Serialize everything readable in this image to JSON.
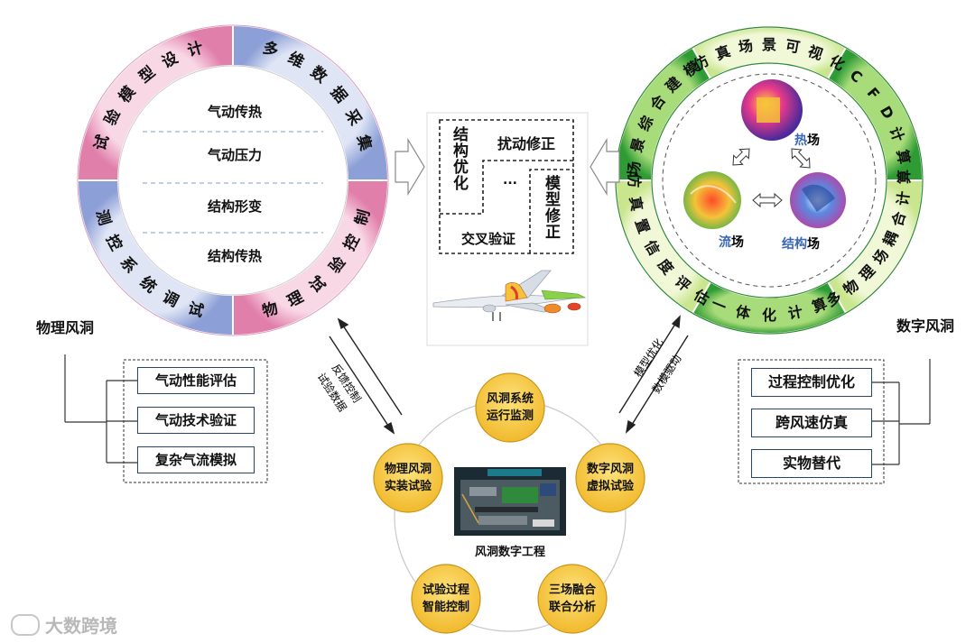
{
  "colors": {
    "pink": "#e8a0c0",
    "pink_dark": "#d86fa0",
    "blue": "#a8b8e0",
    "blue_dark": "#8ea0d4",
    "green": "#2f9a3a",
    "green_light": "#d6eda8",
    "yellow": "#f5c946",
    "yellow_border": "#c99a1a"
  },
  "left_ring": {
    "segments": [
      "试验模型设计",
      "多维数据采集",
      "物理试验控制",
      "测控系统调试"
    ],
    "inner_items": [
      "气动传热",
      "气动压力",
      "结构形变",
      "结构传热"
    ]
  },
  "left_title": "物理风洞",
  "left_list": [
    "气动性能评估",
    "气动技术验证",
    "复杂气流模拟"
  ],
  "right_ring": {
    "segments": [
      "仿真场景可视化",
      "CFD计算",
      "多物理场耦合计算",
      "一体化计算",
      "仿真置信度评估",
      "场景综合建模"
    ],
    "fields": [
      {
        "bold": "热",
        "rest": "场"
      },
      {
        "bold": "流",
        "rest": "场"
      },
      {
        "bold": "结构",
        "rest": "场"
      }
    ]
  },
  "right_title": "数字风洞",
  "right_list": [
    "过程控制优化",
    "跨风速仿真",
    "实物替代"
  ],
  "center_box": {
    "structure_opt": "结构优化",
    "perturb_fix": "扰动修正",
    "ellipsis": "...",
    "model_fix": "模型修正",
    "cross_verify": "交叉验证"
  },
  "left_arrows": {
    "top": "反馈控制",
    "bottom": "试验数据"
  },
  "right_arrows": {
    "top": "模型优化",
    "bottom": "数模驱动"
  },
  "bottom_cycle": {
    "nodes": [
      "风洞系统运行监测",
      "数字风洞虚拟试验",
      "三场融合联合分析",
      "试验过程智能控制",
      "物理风洞实装试验"
    ],
    "center_label": "风洞数字工程"
  },
  "watermark": "大数跨境"
}
